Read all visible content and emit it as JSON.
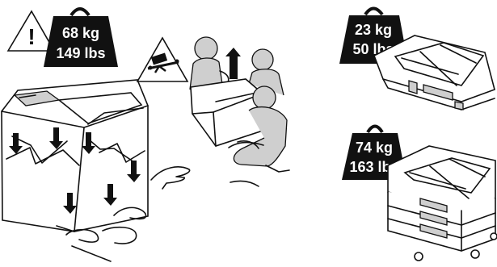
{
  "weights": {
    "printer": {
      "kg": "68 kg",
      "lbs": "149 lbs"
    },
    "tray_small": {
      "kg": "23 kg",
      "lbs": "50 lbs"
    },
    "tray_large": {
      "kg": "74 kg",
      "lbs": "163 lbs"
    }
  },
  "icons": {
    "warning": "!",
    "lifting_hazard": "lifting-hazard-icon"
  },
  "colors": {
    "line": "#111111",
    "background": "#ffffff",
    "weight_badge": "#111111"
  }
}
